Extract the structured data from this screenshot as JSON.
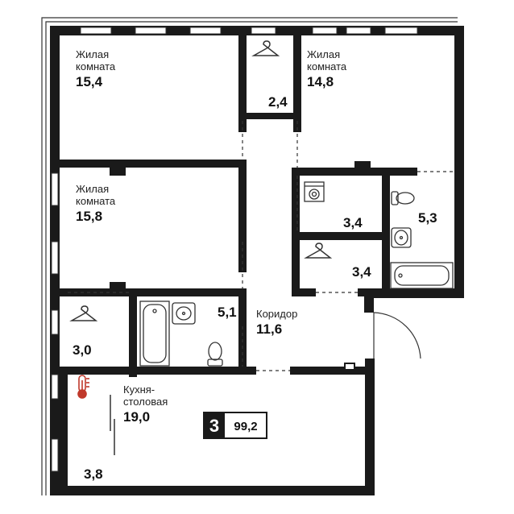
{
  "rooms": {
    "living1": {
      "name_line1": "Жилая",
      "name_line2": "комната",
      "area": "15,4"
    },
    "wardrobe_top": {
      "area": "2,4"
    },
    "living2": {
      "name_line1": "Жилая",
      "name_line2": "комната",
      "area": "14,8"
    },
    "living3": {
      "name_line1": "Жилая",
      "name_line2": "комната",
      "area": "15,8"
    },
    "laundry": {
      "area": "3,4"
    },
    "bath_right": {
      "area": "5,3"
    },
    "wardrobe_right": {
      "area": "3,4"
    },
    "wardrobe_left": {
      "area": "3,0"
    },
    "bath_left": {
      "area": "5,1"
    },
    "corridor": {
      "name": "Коридор",
      "area": "11,6"
    },
    "kitchen": {
      "name_line1": "Кухня-",
      "name_line2": "столовая",
      "area": "19,0"
    },
    "balcony": {
      "area": "3,8"
    }
  },
  "badge": {
    "rooms": "3",
    "total_area": "99,2"
  },
  "colors": {
    "wall": "#1a1a1a",
    "line": "#333333",
    "accent": "#c0392b"
  },
  "icons": [
    "hanger-icon",
    "washing-machine-icon",
    "toilet-icon",
    "sink-icon",
    "bathtub-icon",
    "thermometer-icon"
  ]
}
